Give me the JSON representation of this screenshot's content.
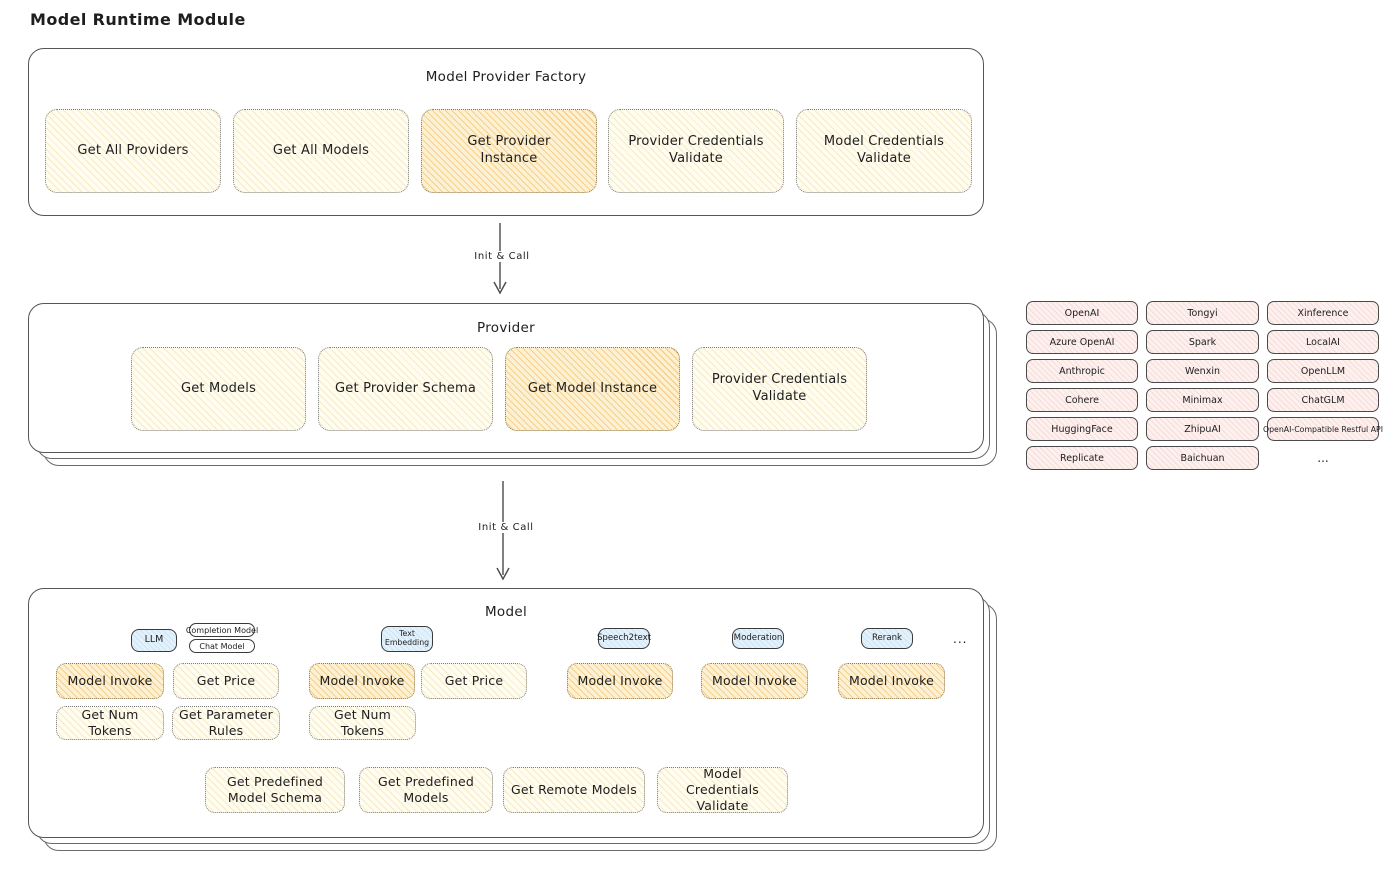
{
  "page": {
    "title": "Model Runtime Module"
  },
  "colors": {
    "panel_border": "#555555",
    "yellow_fill": "#fffcf0",
    "yellow_hatch": "#e9ce82",
    "orange_fill": "#fdf1d3",
    "orange_hatch": "#f1af4a",
    "pink_fill": "#fdf1ef",
    "pink_hatch": "#ecb0aa",
    "blue_fill": "#e3f1fb",
    "text": "#1e1e1e"
  },
  "factory": {
    "title": "Model Provider Factory",
    "buttons": [
      {
        "label": "Get All Providers"
      },
      {
        "label": "Get All Models"
      },
      {
        "label": "Get Provider Instance"
      },
      {
        "label": "Provider Credentials Validate"
      },
      {
        "label": "Model Credentials Validate"
      }
    ]
  },
  "flow": {
    "arrow1_label": "Init & Call",
    "arrow2_label": "Init & Call"
  },
  "provider": {
    "title": "Provider",
    "buttons": [
      {
        "label": "Get Models"
      },
      {
        "label": "Get Provider Schema"
      },
      {
        "label": "Get Model Instance"
      },
      {
        "label": "Provider Credentials Validate"
      }
    ]
  },
  "provider_list": {
    "columns": [
      [
        "OpenAI",
        "Azure OpenAI",
        "Anthropic",
        "Cohere",
        "HuggingFace",
        "Replicate"
      ],
      [
        "Tongyi",
        "Spark",
        "Wenxin",
        "Minimax",
        "ZhipuAI",
        "Baichuan"
      ],
      [
        "Xinference",
        "LocalAI",
        "OpenLLM",
        "ChatGLM",
        "OpenAI-Compatible Restful API"
      ]
    ],
    "more": "..."
  },
  "model": {
    "title": "Model",
    "tabs": {
      "llm": "LLM",
      "completion_model": "Completion Model",
      "chat_model": "Chat Model",
      "text_embedding": "Text Embedding",
      "speech2text": "Speech2text",
      "moderation": "Moderation",
      "rerank": "Rerank",
      "more": "..."
    },
    "llm": {
      "invoke": "Model Invoke",
      "get_price": "Get Price",
      "get_num_tokens": "Get Num Tokens",
      "get_parameter_rules": "Get Parameter Rules"
    },
    "text_embedding": {
      "invoke": "Model Invoke",
      "get_price": "Get Price",
      "get_num_tokens": "Get Num Tokens"
    },
    "speech2text": {
      "invoke": "Model Invoke"
    },
    "moderation": {
      "invoke": "Model Invoke"
    },
    "rerank": {
      "invoke": "Model Invoke"
    },
    "common": [
      {
        "label": "Get Predefined Model Schema"
      },
      {
        "label": "Get Predefined Models"
      },
      {
        "label": "Get Remote Models"
      },
      {
        "label": "Model Credentials Validate"
      }
    ]
  }
}
